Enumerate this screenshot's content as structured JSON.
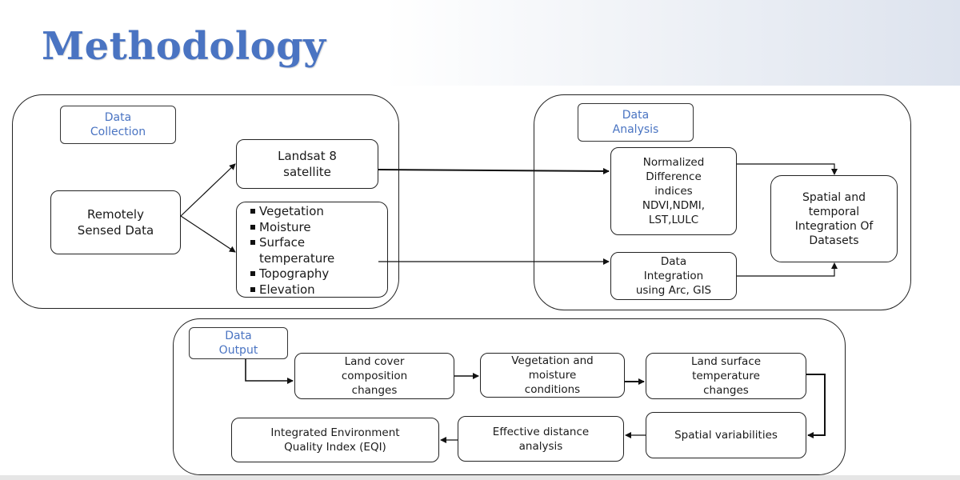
{
  "title": "Methodology",
  "colors": {
    "title": "#4a74c2",
    "label_text": "#4a74c2",
    "stroke": "#222222"
  },
  "collection": {
    "label_line1": "Data",
    "label_line2": "Collection",
    "remote_line1": "Remotely",
    "remote_line2": "Sensed Data",
    "landsat_line1": "Landsat 8",
    "landsat_line2": "satellite",
    "parameters": [
      "Vegetation",
      "Moisture",
      "Surface",
      "temperature",
      "Topography",
      "Elevation"
    ]
  },
  "analysis": {
    "label_line1": "Data",
    "label_line2": "Analysis",
    "indices_lines": [
      "Normalized",
      "Difference",
      "indices",
      "NDVI,NDMI,",
      "LST,LULC"
    ],
    "integration_lines": [
      "Data",
      "Integration",
      "using Arc, GIS"
    ],
    "spatial_lines": [
      "Spatial and",
      "temporal",
      "Integration Of",
      "Datasets"
    ]
  },
  "output": {
    "label_line1": "Data",
    "label_line2": "Output",
    "land_cover_lines": [
      "Land cover",
      "composition",
      "changes"
    ],
    "vegetation_lines": [
      "Vegetation and",
      "moisture",
      "conditions"
    ],
    "lst_lines": [
      "Land surface",
      "temperature",
      "changes"
    ],
    "spatial_var": "Spatial variabilities",
    "distance_lines": [
      "Effective distance",
      "analysis"
    ],
    "eqi_lines": [
      "Integrated Environment",
      "Quality Index (EQI)"
    ]
  }
}
